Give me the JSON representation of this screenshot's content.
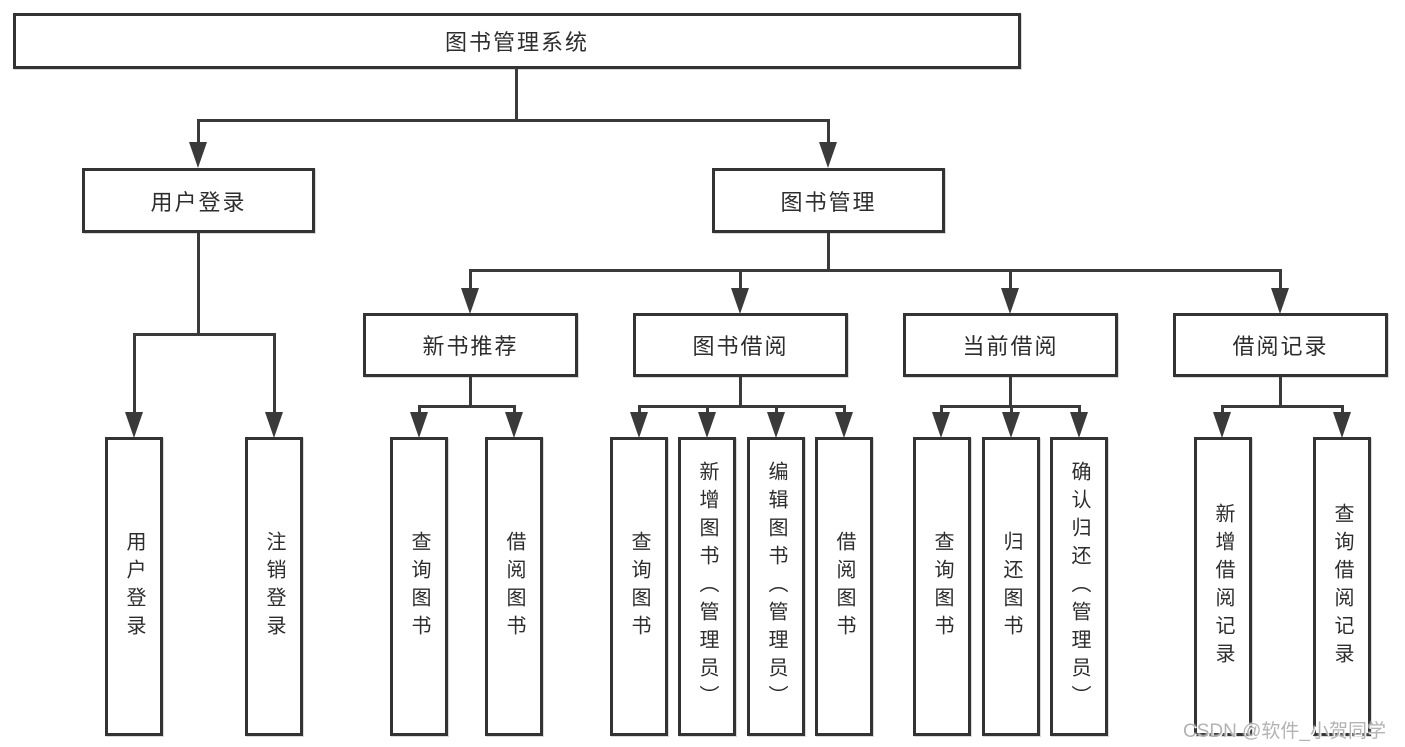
{
  "diagram": {
    "tree": {
      "label": "图书管理系统",
      "children": [
        {
          "label": "用户登录",
          "children": [
            {
              "label": "用户登录"
            },
            {
              "label": "注销登录"
            }
          ]
        },
        {
          "label": "图书管理",
          "children": [
            {
              "label": "新书推荐",
              "children": [
                {
                  "label": "查询图书"
                },
                {
                  "label": "借阅图书"
                }
              ]
            },
            {
              "label": "图书借阅",
              "children": [
                {
                  "label": "查询图书"
                },
                {
                  "label": "新增图书（管理员）"
                },
                {
                  "label": "编辑图书（管理员）"
                },
                {
                  "label": "借阅图书"
                }
              ]
            },
            {
              "label": "当前借阅",
              "children": [
                {
                  "label": "查询图书"
                },
                {
                  "label": "归还图书"
                },
                {
                  "label": "确认归还（管理员）"
                }
              ]
            },
            {
              "label": "借阅记录",
              "children": [
                {
                  "label": "新增借阅记录"
                },
                {
                  "label": "查询借阅记录"
                }
              ]
            }
          ]
        }
      ]
    },
    "colors": {
      "line": "#3a3a3a",
      "border": "#333333",
      "text": "#2d2d2d",
      "background": "#ffffff",
      "watermark": "#b3b3b3"
    }
  },
  "watermark": {
    "text": "CSDN @软件_小贺同学"
  }
}
